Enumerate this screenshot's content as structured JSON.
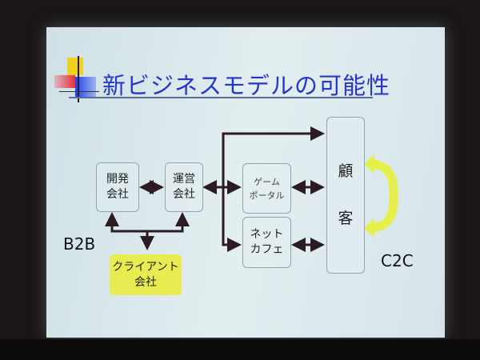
{
  "slide": {
    "title": "新ビジネスモデルの可能性",
    "nodes": {
      "developer": "開発\n会社",
      "operator": "運営\n会社",
      "game_portal": "ゲーム\nポータル",
      "net_cafe": "ネット\nカフェ",
      "customer_top": "顧",
      "customer_bottom": "客",
      "client": "クライアント\n会社"
    },
    "labels": {
      "b2b": "B2B",
      "c2c": "C2C"
    },
    "colors": {
      "title": "#2836c8",
      "client_fill": "#e8ec50",
      "c2c_arrow": "#e6f04a",
      "arrows": "#2a1c22"
    }
  }
}
